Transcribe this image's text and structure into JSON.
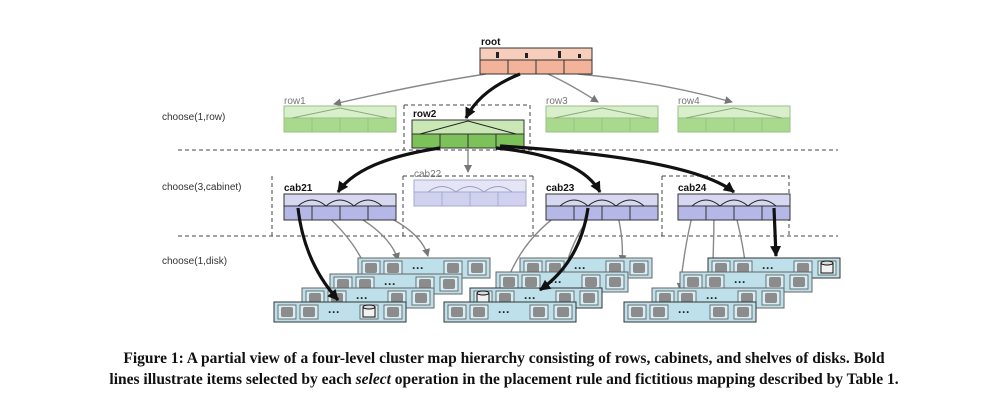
{
  "figure": {
    "steps": {
      "row": "choose(1,row)",
      "cabinet": "choose(3,cabinet)",
      "disk": "choose(1,disk)"
    },
    "nodes": {
      "root": "root",
      "row1": "row1",
      "row2": "row2",
      "row3": "row3",
      "row4": "row4",
      "cab21": "cab21",
      "cab22": "cab22",
      "cab23": "cab23",
      "cab24": "cab24"
    },
    "ellipsis": "···",
    "colors": {
      "root": "#f3b39a",
      "row": "#8ccb6a",
      "row_faded": "#bfe3a8",
      "cabinet": "#b5b8e6",
      "cabinet_faded": "#d5d7f0",
      "shelf": "#bde0ea",
      "disk": "#8c8c8c"
    }
  },
  "caption": {
    "line1": "Figure 1:  A partial view of a four-level cluster map hierarchy consisting of rows, cabinets, and shelves of disks.  Bold",
    "line2_pre": "lines illustrate items selected by each ",
    "line2_em": "select",
    "line2_post": " operation in the placement rule and fictitious mapping described by Table 1."
  }
}
